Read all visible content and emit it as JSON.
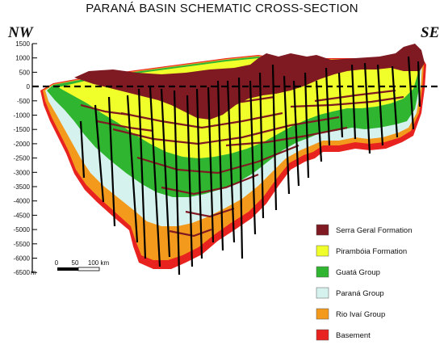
{
  "title": "PARANÁ BASIN SCHEMATIC CROSS-SECTION",
  "direction_left": "NW",
  "direction_right": "SE",
  "depth_axis": {
    "ticks": [
      "1500",
      "1000",
      "500",
      "0",
      "-500",
      "-1000",
      "-1500",
      "-2000",
      "-2500",
      "-3000",
      "-3500",
      "-4000",
      "-4500",
      "-5000",
      "-5500",
      "-6000",
      "-6500"
    ],
    "unit": "m"
  },
  "scale_bar": {
    "labels": [
      "0",
      "50",
      "100 km"
    ]
  },
  "legend": [
    {
      "label": "Serra Geral Formation",
      "color": "#7f1a22"
    },
    {
      "label": "Pirambóia Formation",
      "color": "#f0ff2a"
    },
    {
      "label": "Guatá Group",
      "color": "#2fb52f"
    },
    {
      "label": "Paraná Group",
      "color": "#d6f2ee"
    },
    {
      "label": "Rio Ivaí Group",
      "color": "#f39a1c"
    },
    {
      "label": "Basement",
      "color": "#e8231f"
    }
  ],
  "colors": {
    "serra_geral": "#7f1a22",
    "piramboia": "#f0ff2a",
    "guata": "#2fb52f",
    "parana": "#d6f2ee",
    "rio_ivai": "#f39a1c",
    "basement": "#e8231f",
    "well": "#000000"
  }
}
